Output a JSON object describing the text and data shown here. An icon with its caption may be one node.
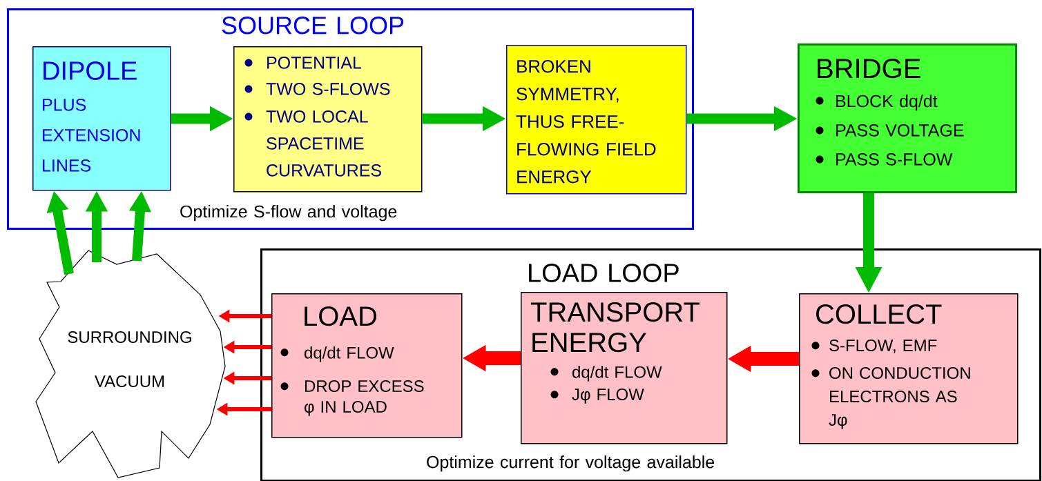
{
  "diagram": {
    "nodes": [
      {
        "text": [
          "SOURCE LOOP",
          "Optimize S-flow and voltage"
        ]
      },
      {
        "text": [
          "DIPOLE",
          "PLUS EXTENSION LINES"
        ],
        "in": 0
      },
      {
        "text": [
          "POTENTIAL",
          "TWO S-FLOWS",
          "TWO LOCAL SPACETIME CURVATURES"
        ],
        "in": 0
      },
      {
        "text": [
          "BROKEN SYMMETRY, THUS FREE-FLOWING FIELD ENERGY"
        ],
        "in": 0
      },
      {
        "text": [
          "BRIDGE",
          "BLOCK dq/dt",
          "PASS VOLTAGE",
          "PASS S-FLOW"
        ]
      },
      {
        "text": [
          "LOAD LOOP",
          "Optimize current for voltage available"
        ]
      },
      {
        "text": [
          "LOAD",
          "dq/dt FLOW",
          "DROP EXCESS φ IN LOAD"
        ],
        "in": 5
      },
      {
        "text": [
          "TRANSPORT ENERGY",
          "dq/dt FLOW",
          "Jφ FLOW"
        ],
        "in": 5
      },
      {
        "text": [
          "COLLECT",
          "S-FLOW, EMF",
          "ON CONDUCTION ELECTRONS AS Jφ"
        ],
        "in": 5
      },
      {
        "text": [
          "SURROUNDING VACUUM"
        ]
      }
    ],
    "edges": [
      {
        "from": 1,
        "to": 2,
        "arrow": "to"
      },
      {
        "from": 2,
        "to": 3,
        "arrow": "to"
      },
      {
        "from": 3,
        "to": 4,
        "arrow": "to"
      },
      {
        "from": 4,
        "to": 8,
        "arrow": "to"
      },
      {
        "from": 8,
        "to": 7,
        "arrow": "to",
        "color": "#ff0000"
      },
      {
        "from": 7,
        "to": 6,
        "arrow": "to",
        "color": "#ff0000"
      },
      {
        "from": 6,
        "to": 9,
        "arrow": "to",
        "color": "#ff0000"
      },
      {
        "from": 6,
        "to": 9,
        "arrow": "to",
        "color": "#ff0000"
      },
      {
        "from": 6,
        "to": 9,
        "arrow": "to",
        "color": "#ff0000"
      },
      {
        "from": 6,
        "to": 9,
        "arrow": "to",
        "color": "#ff0000"
      },
      {
        "from": 9,
        "to": 1,
        "arrow": "to"
      },
      {
        "from": 9,
        "to": 1,
        "arrow": "to"
      },
      {
        "from": 9,
        "to": 1,
        "arrow": "to"
      }
    ]
  }
}
